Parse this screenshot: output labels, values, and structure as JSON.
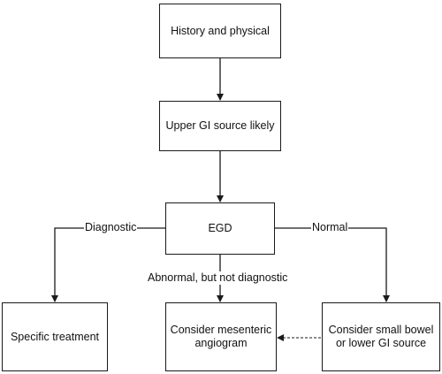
{
  "flowchart": {
    "nodes": {
      "history": "History and physical",
      "upper_gi": "Upper GI source likely",
      "egd": "EGD",
      "specific_treatment": "Specific treatment",
      "mesenteric_line1": "Consider mesenteric",
      "mesenteric_line2": "angiogram",
      "small_bowel_line1": "Consider small bowel",
      "small_bowel_line2": "or lower GI source"
    },
    "edge_labels": {
      "diagnostic": "Diagnostic",
      "normal": "Normal",
      "abnormal": "Abnormal, but not diagnostic"
    }
  },
  "colors": {
    "line": "#1a1a1a",
    "background": "#ffffff"
  }
}
